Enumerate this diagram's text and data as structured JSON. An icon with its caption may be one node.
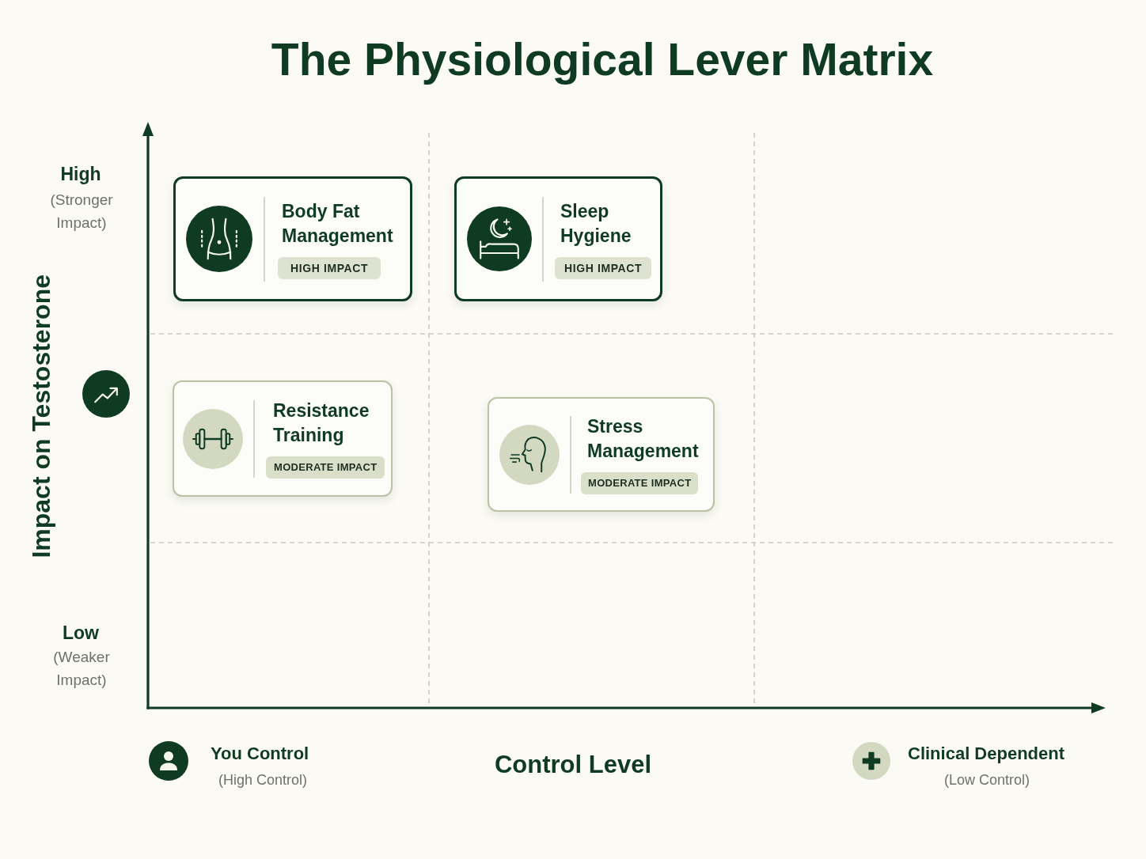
{
  "diagram": {
    "title": "The Physiological Lever Matrix",
    "nodes": [
      {
        "text": [
          "Body Fat Management",
          "HIGH IMPACT"
        ]
      },
      {
        "text": [
          "Sleep Hygiene",
          "HIGH IMPACT"
        ]
      },
      {
        "text": [
          "Resistance Training",
          "MODERATE IMPACT"
        ]
      },
      {
        "text": [
          "Stress Management",
          "MODERATE IMPACT"
        ]
      }
    ],
    "labels": [
      "High",
      "(Stronger Impact)",
      "Impact on Testosterone",
      "Low",
      "(Weaker Impact)",
      "You Control",
      "(High Control)",
      "Control Level",
      "Clinical Dependent",
      "(Low Control)"
    ]
  }
}
